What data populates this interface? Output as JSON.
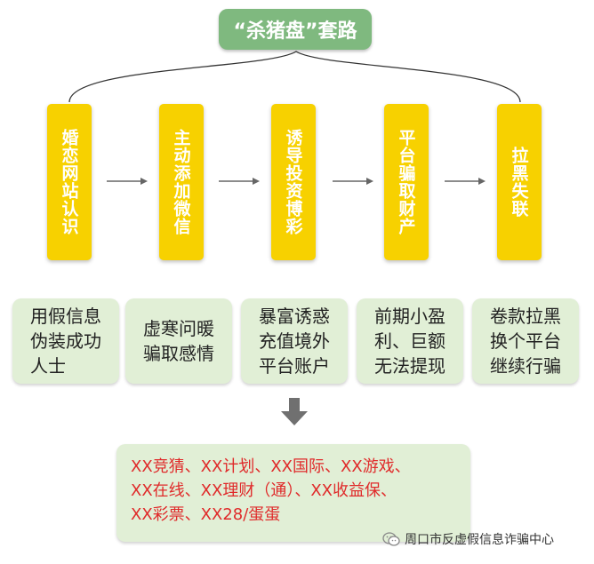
{
  "title": "“杀猪盘”套路",
  "steps": [
    {
      "label": "婚恋网站认识",
      "desc": [
        "用假信息",
        "伪装成功",
        "人士"
      ]
    },
    {
      "label": "主动添加微信",
      "desc": [
        "虚寒问暖",
        "骗取感情"
      ]
    },
    {
      "label": "诱导投资博彩",
      "desc": [
        "暴富诱惑",
        "充值境外",
        "平台账户"
      ]
    },
    {
      "label": "平台骗取财产",
      "desc": [
        "前期小盈",
        "利、巨额",
        "无法提现"
      ]
    },
    {
      "label": "拉黑失联",
      "desc": [
        "卷款拉黑",
        "换个平台",
        "继续行骗"
      ]
    }
  ],
  "platforms": [
    "XX竞猜、XX计划、XX国际、XX游戏、",
    "XX在线、XX理财（通）、XX收益保、",
    "XX彩票、XX28/蛋蛋"
  ],
  "watermark": "周口市反虚假信息诈骗中心",
  "colors": {
    "title_bg": "#7fb97f",
    "step_bg": "#f7d100",
    "desc_bg": "#e1efd6",
    "platform_text": "#e02a2a",
    "arrow": "#666666"
  }
}
